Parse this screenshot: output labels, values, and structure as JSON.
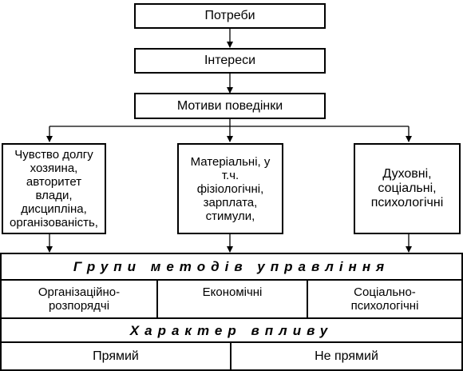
{
  "top_chain": {
    "needs": "Потреби",
    "interests": "Інтереси",
    "motives": "Мотиви поведінки"
  },
  "motive_groups": {
    "left": "Чувство долгу хозяина, авторитет влади, дисципліна, організованість,",
    "middle": "Матеріальні, у т.ч. фізіологічні, зарплата, стимули,",
    "right": "Духовні, соціальні, психологічні"
  },
  "methods_table": {
    "title": "Групи методів управління",
    "columns": [
      "Організаційно-розпорядчі",
      "Економічні",
      "Соціально-психологічні"
    ],
    "impact_title": "Характер впливу",
    "impact": [
      "Прямий",
      "Не прямий"
    ]
  }
}
